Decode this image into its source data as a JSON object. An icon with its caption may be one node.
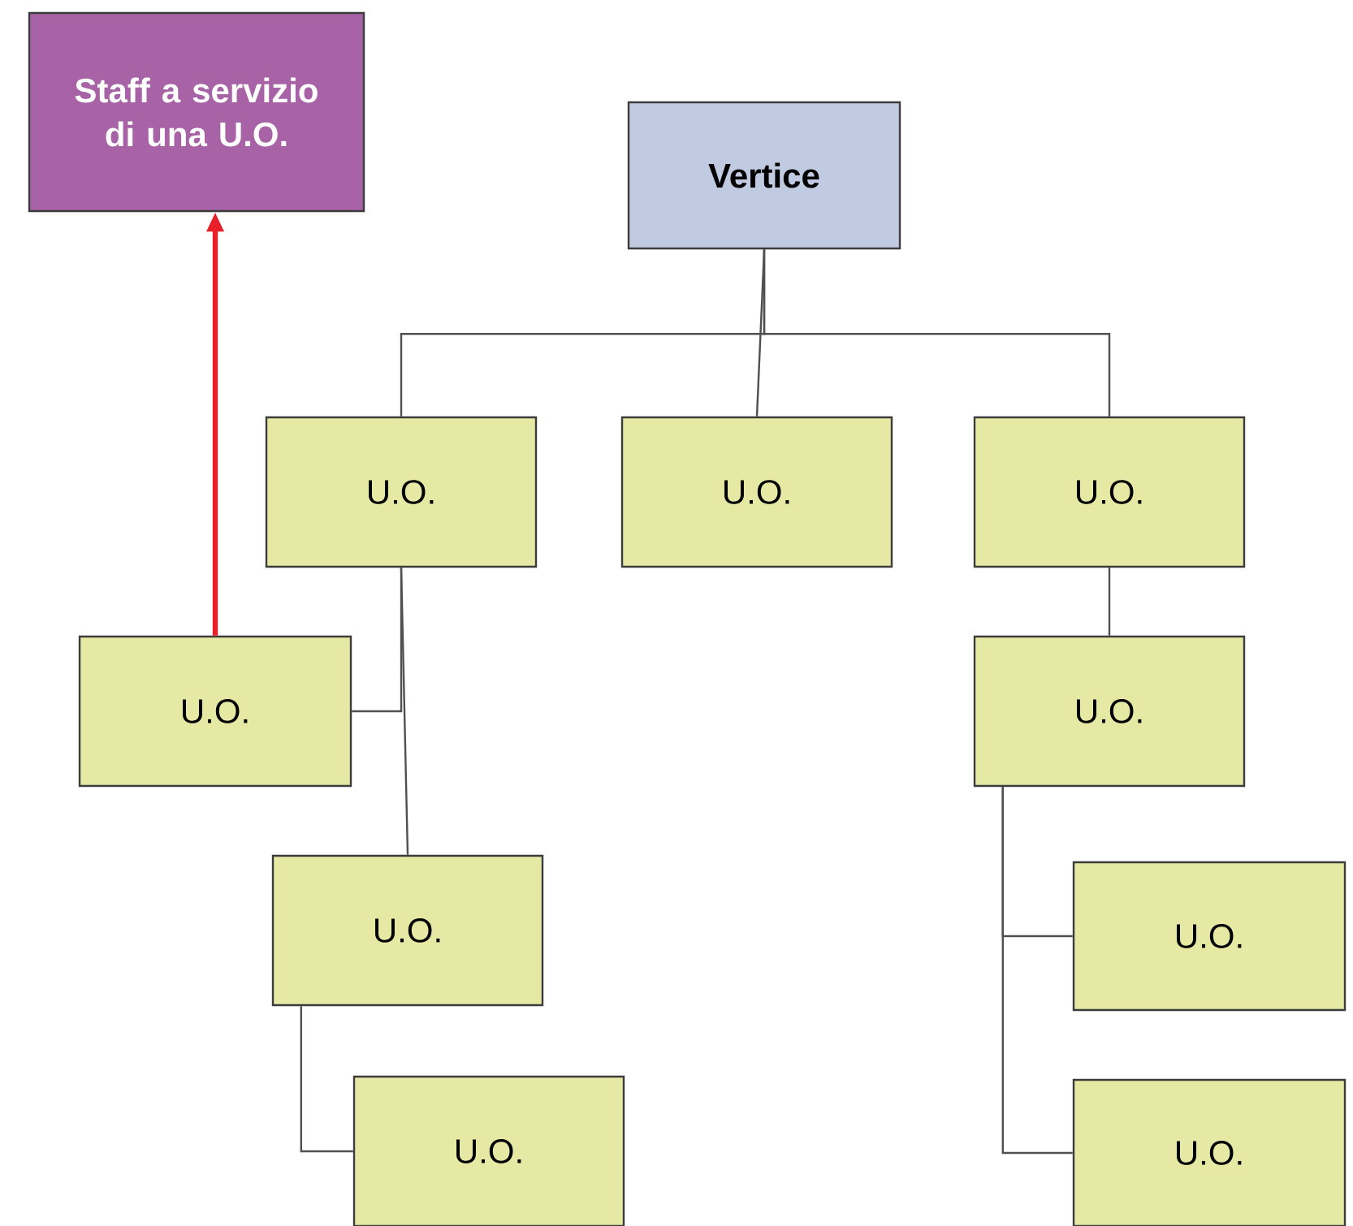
{
  "diagram": {
    "nodes": [
      {
        "text": [
          "Staff a servizio di una U.O."
        ]
      },
      {
        "text": [
          "Vertice"
        ]
      },
      {
        "text": [
          "U.O."
        ]
      },
      {
        "text": [
          "U.O."
        ]
      },
      {
        "text": [
          "U.O."
        ]
      },
      {
        "text": [
          "U.O."
        ]
      },
      {
        "text": [
          "U.O."
        ]
      },
      {
        "text": [
          "U.O."
        ]
      },
      {
        "text": [
          "U.O."
        ]
      },
      {
        "text": [
          "U.O."
        ]
      },
      {
        "text": [
          "U.O."
        ]
      }
    ],
    "edges": [
      {
        "from": 1,
        "to": 2,
        "arrow": "none"
      },
      {
        "from": 1,
        "to": 3,
        "arrow": "none"
      },
      {
        "from": 1,
        "to": 4,
        "arrow": "none"
      },
      {
        "from": 2,
        "to": 5,
        "arrow": "none"
      },
      {
        "from": 2,
        "to": 7,
        "arrow": "none"
      },
      {
        "from": 7,
        "to": 9,
        "arrow": "none"
      },
      {
        "from": 4,
        "to": 6,
        "arrow": "none"
      },
      {
        "from": 6,
        "to": 8,
        "arrow": "none"
      },
      {
        "from": 6,
        "to": 10,
        "arrow": "none"
      },
      {
        "from": 5,
        "to": 0,
        "arrow": "to",
        "style": "thick",
        "color": "#e8202a"
      }
    ]
  }
}
